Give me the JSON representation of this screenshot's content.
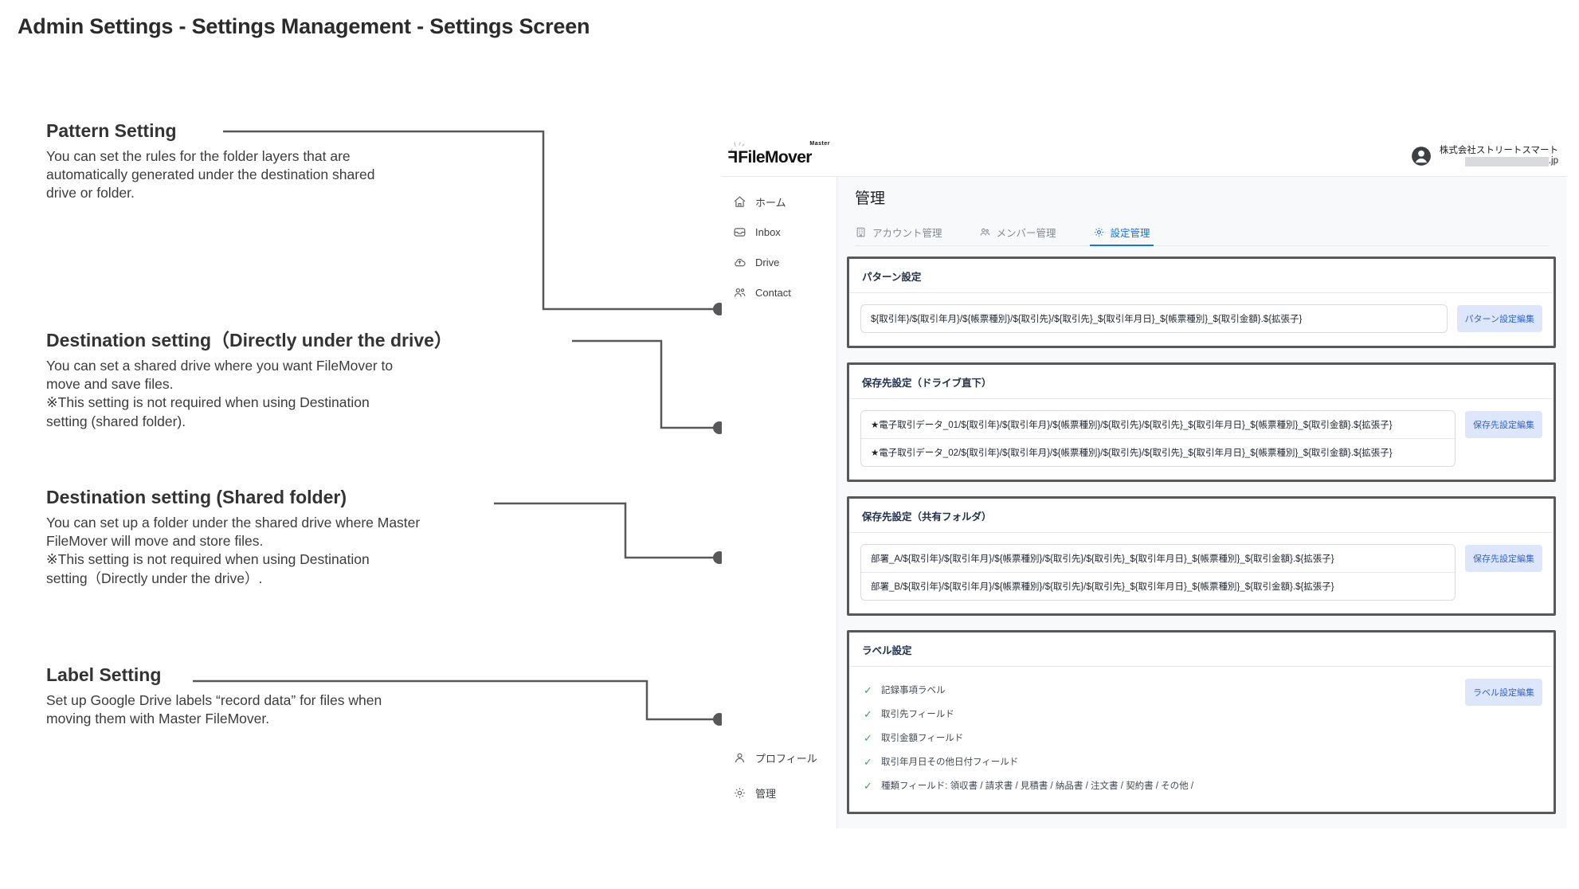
{
  "page": {
    "title": "Admin Settings - Settings Management - Settings Screen"
  },
  "annotations": [
    {
      "key": "pattern",
      "title": "Pattern Setting",
      "body": "You can set the rules for the folder layers that are\nautomatically generated under the destination shared\ndrive or folder."
    },
    {
      "key": "dest_drive",
      "title": "Destination setting（Directly under the drive）",
      "body": "You can set a shared drive where you want FileMover to\nmove and save files.\n※This setting is not required when using Destination\nsetting (shared folder)."
    },
    {
      "key": "dest_folder",
      "title": "Destination setting (Shared folder)",
      "body": "You can set up a folder under the shared drive where Master\nFileMover will move and store files.\n※This setting is not required when using Destination\nsetting（Directly under the drive）."
    },
    {
      "key": "label",
      "title": "Label Setting",
      "body": "Set up Google Drive labels “record data” for files when\nmoving them with Master FileMover."
    }
  ],
  "app": {
    "logo": {
      "main": "FileMover",
      "badge": "Master"
    },
    "user": {
      "name": "株式会社ストリートスマート",
      "domain": ".jp",
      "redacted": true
    },
    "sidebar": {
      "top_items": [
        {
          "label": "ホーム",
          "icon": "home-icon"
        },
        {
          "label": "Inbox",
          "icon": "inbox-icon"
        },
        {
          "label": "Drive",
          "icon": "drive-icon"
        },
        {
          "label": "Contact",
          "icon": "contacts-icon"
        }
      ],
      "bottom_items": [
        {
          "label": "プロフィール",
          "icon": "person-icon"
        },
        {
          "label": "管理",
          "icon": "gear-icon"
        }
      ]
    },
    "content": {
      "heading": "管理",
      "tabs": [
        {
          "label": "アカウント管理",
          "icon": "building-icon",
          "active": false
        },
        {
          "label": "メンバー管理",
          "icon": "people-icon",
          "active": false
        },
        {
          "label": "設定管理",
          "icon": "gear-icon",
          "active": true
        }
      ],
      "cards": [
        {
          "key": "pattern",
          "title": "パターン設定",
          "rows": [
            "${取引年}/${取引年月}/${帳票種別}/${取引先}/${取引先}_${取引年月日}_${帳票種別}_${取引金額}.${拡張子}"
          ],
          "button": "パターン設定編集"
        },
        {
          "key": "dest_drive",
          "title": "保存先設定（ドライブ直下）",
          "rows": [
            "★電子取引データ_01/${取引年}/${取引年月}/${帳票種別}/${取引先}/${取引先}_${取引年月日}_${帳票種別}_${取引金額}.${拡張子}",
            "★電子取引データ_02/${取引年}/${取引年月}/${帳票種別}/${取引先}/${取引先}_${取引年月日}_${帳票種別}_${取引金額}.${拡張子}"
          ],
          "button": "保存先設定編集"
        },
        {
          "key": "dest_folder",
          "title": "保存先設定（共有フォルダ）",
          "rows": [
            "部署_A/${取引年}/${取引年月}/${帳票種別}/${取引先}/${取引先}_${取引年月日}_${帳票種別}_${取引金額}.${拡張子}",
            "部署_B/${取引年}/${取引年月}/${帳票種別}/${取引先}/${取引先}_${取引年月日}_${帳票種別}_${取引金額}.${拡張子}"
          ],
          "button": "保存先設定編集"
        },
        {
          "key": "label",
          "title": "ラベル設定",
          "items": [
            "記録事項ラベル",
            "取引先フィールド",
            "取引金額フィールド",
            "取引年月日その他日付フィールド",
            "種類フィールド: 領収書 / 請求書 / 見積書 / 納品書 / 注文書 / 契約書 / その他 /"
          ],
          "button": "ラベル設定編集",
          "check_glyph": "✓"
        }
      ]
    }
  },
  "colors": {
    "accent": "#1a73e8",
    "check": "#34a853",
    "button_bg": "#dde6fb",
    "button_text": "#2f64d6",
    "callout_border": "#58585a"
  }
}
